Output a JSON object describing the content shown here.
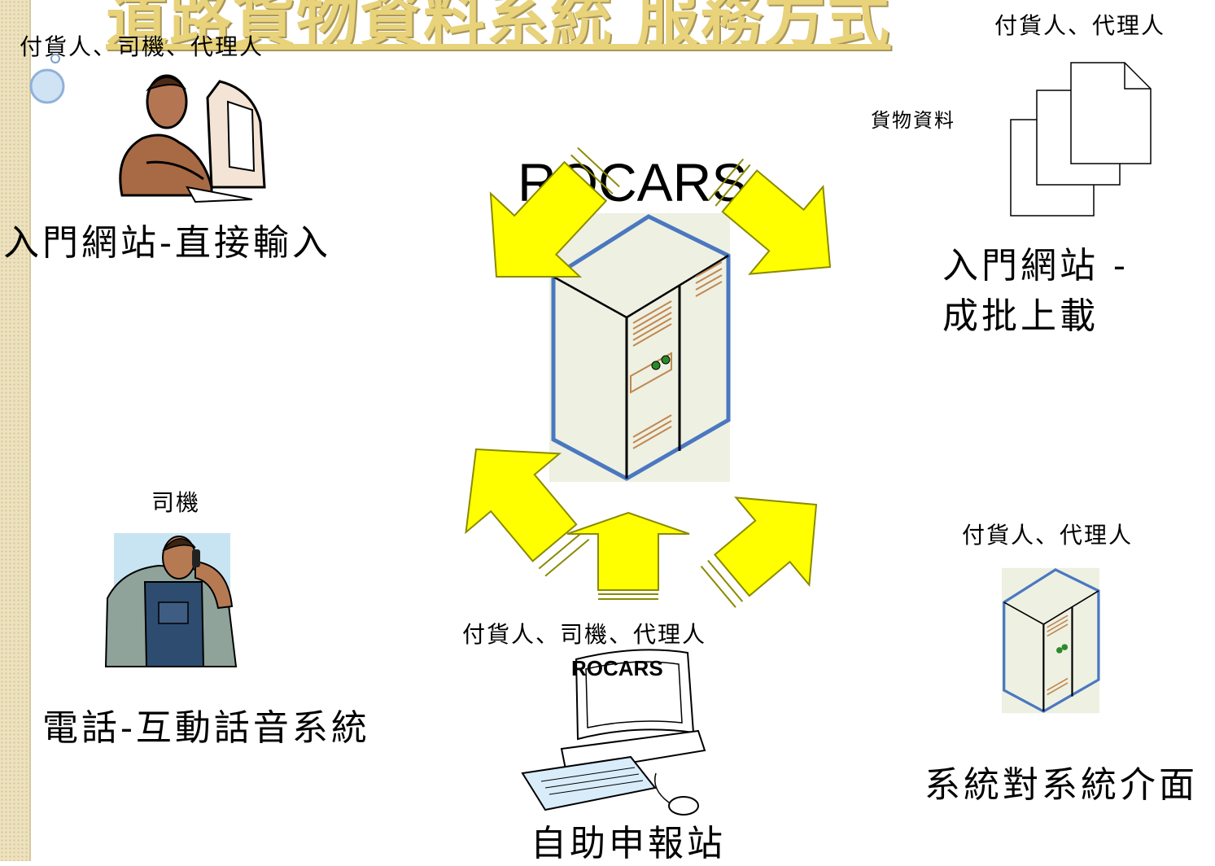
{
  "slide": {
    "title": "道路貨物資料系統 服務方式",
    "center_label": "ROCARS",
    "sources": [
      {
        "role": "付貨人、司機、代理人",
        "label": "入門網站-直接輸入"
      },
      {
        "role": "付貨人、代理人",
        "doc_label": "貨物資料",
        "label_line1": "入門網站 -",
        "label_line2": "成批上載"
      },
      {
        "role": "司機",
        "label": "電話-互動話音系統"
      },
      {
        "role": "付貨人、司機、代理人",
        "screen_text": "ROCARS",
        "label": "自助申報站"
      },
      {
        "role": "付貨人、代理人",
        "label": "系統對系統介面"
      }
    ],
    "colors": {
      "arrow_fill": "#ffff00",
      "arrow_stroke": "#8a8a00",
      "server_outline": "#4a78c0",
      "sidebar": "#ede2bf"
    }
  }
}
